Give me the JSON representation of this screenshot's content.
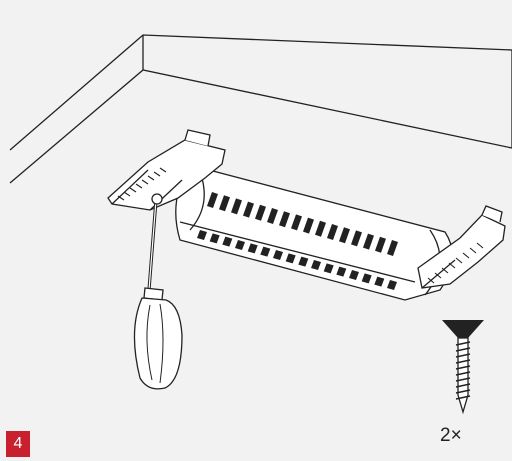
{
  "step": {
    "number": "4",
    "badge_color": "#c8202e"
  },
  "screw": {
    "quantity_label": "2×"
  },
  "colors": {
    "background": "#f2f2f2",
    "line": "#222222",
    "part_fill": "#ffffff"
  },
  "icons": [
    "ceiling-outline",
    "mounting-bracket",
    "grille-housing",
    "screwdriver-icon",
    "screw-icon"
  ]
}
